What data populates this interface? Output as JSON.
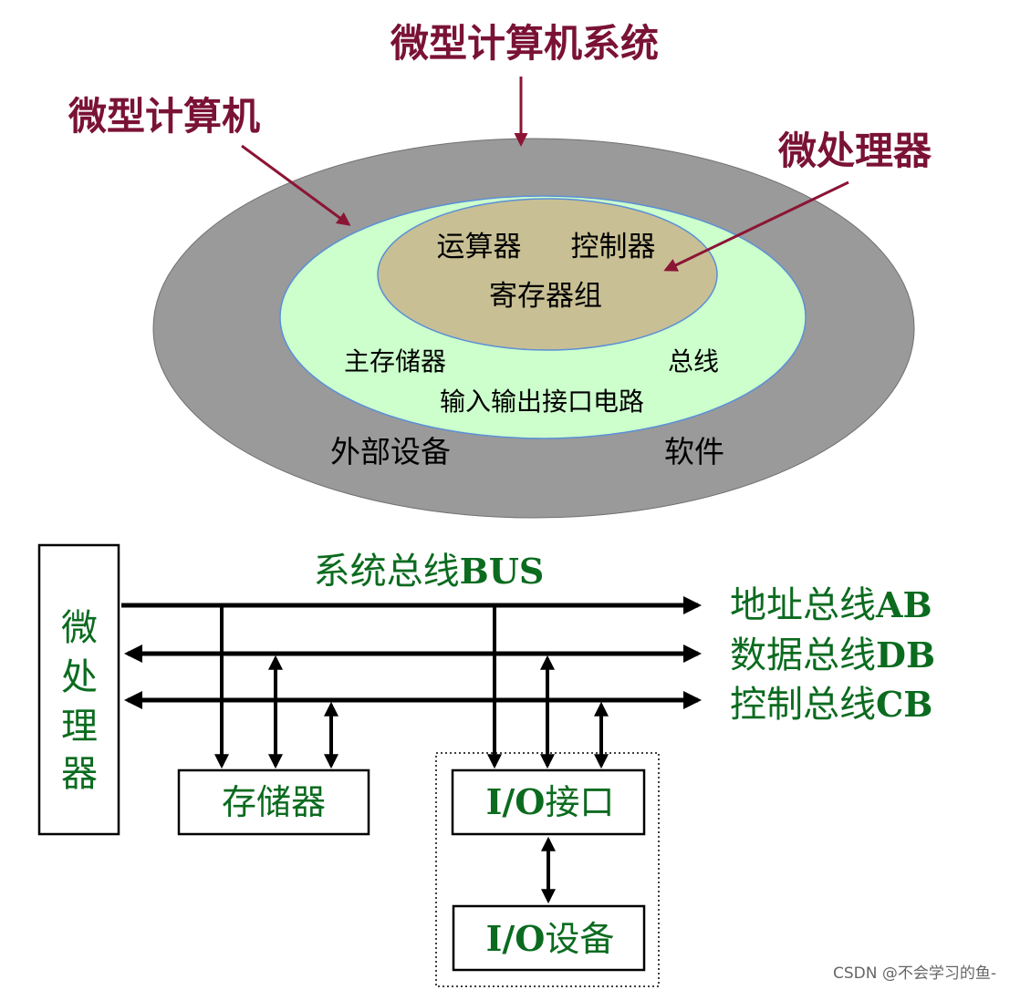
{
  "top_diagram": {
    "system_label": "微型计算机系统",
    "computer_label": "微型计算机",
    "processor_label": "微处理器",
    "alu_label": "运算器",
    "controller_label": "控制器",
    "registers_label": "寄存器组",
    "main_memory_label": "主存储器",
    "bus_label": "总线",
    "io_circuit_label": "输入输出接口电路",
    "peripherals_label": "外部设备",
    "software_label": "软件"
  },
  "bus_diagram": {
    "cpu_box_chars": [
      "微",
      "处",
      "理",
      "器"
    ],
    "system_bus_prefix": "系统总线",
    "system_bus_suffix": "BUS",
    "address_bus_prefix": "地址总线",
    "address_bus_suffix": "AB",
    "data_bus_prefix": "数据总线",
    "data_bus_suffix": "DB",
    "control_bus_prefix": "控制总线",
    "control_bus_suffix": "CB",
    "memory_label": "存储器",
    "io_interface_prefix": "I/O",
    "io_interface_suffix": "接口",
    "io_device_prefix": "I/O",
    "io_device_suffix": "设备"
  },
  "watermark": "CSDN @不会学习的鱼-",
  "colors": {
    "outer_ring": "#9a9a9a",
    "middle_ring": "#ccffcc",
    "inner_core": "#c8bf94",
    "maroon": "#7a1236",
    "green_text": "#0b6b1f"
  }
}
